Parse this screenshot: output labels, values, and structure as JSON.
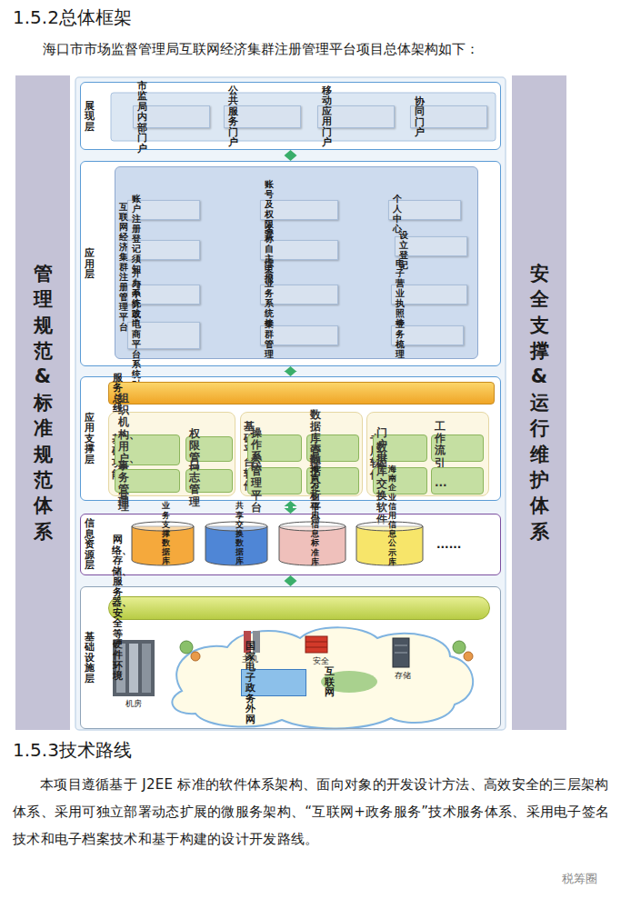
{
  "diagram": {
    "title": "1.5.2总体框架",
    "nodes": [
      {
        "text": [
          "管理规范&标准规范体系"
        ]
      },
      {
        "text": [
          "展现层"
        ]
      },
      {
        "text": [
          "市监局内部门户"
        ],
        "in": 1
      },
      {
        "text": [
          "公共服务门户"
        ],
        "in": 1
      },
      {
        "text": [
          "移动应用门户"
        ],
        "in": 1
      },
      {
        "text": [
          "协同门户"
        ],
        "in": 1
      },
      {
        "text": [
          "应用层"
        ]
      },
      {
        "text": [
          "互联网经济集群注册管理平台"
        ],
        "in": 6
      },
      {
        "text": [
          "账户注册"
        ],
        "in": 7
      },
      {
        "text": [
          "账号及权限管理"
        ],
        "in": 7
      },
      {
        "text": [
          "个人中心"
        ],
        "in": 7
      },
      {
        "text": [
          "登记须知"
        ],
        "in": 7
      },
      {
        "text": [
          "名称自主申报"
        ],
        "in": 7
      },
      {
        "text": [
          "设立登记"
        ],
        "in": 7
      },
      {
        "text": [
          "开办系统改造"
        ],
        "in": 7
      },
      {
        "text": [
          "综合业务系统接口"
        ],
        "in": 7
      },
      {
        "text": [
          "电子营业执照接口"
        ],
        "in": 7
      },
      {
        "text": [
          "与中介或电商平台系统对接"
        ],
        "in": 7
      },
      {
        "text": [
          "集群管理"
        ],
        "in": 7
      },
      {
        "text": [
          "业务梳理"
        ],
        "in": 7
      },
      {
        "text": [
          "应用支撑层"
        ]
      },
      {
        "text": [
          "服务总线"
        ],
        "in": 20
      },
      {
        "text": [
          "基础功能"
        ],
        "in": 20
      },
      {
        "text": [
          "组织机构、用户、角色管理"
        ],
        "in": 22
      },
      {
        "text": [
          "权限管理"
        ],
        "in": 22
      },
      {
        "text": [
          "事务管理"
        ],
        "in": 22
      },
      {
        "text": [
          "日志管理"
        ],
        "in": 22
      },
      {
        "text": [
          "基础平台软件"
        ],
        "in": 20
      },
      {
        "text": [
          "操作系统"
        ],
        "in": 27
      },
      {
        "text": [
          "数据库管理软件"
        ],
        "in": 27
      },
      {
        "text": [
          "云管理平台"
        ],
        "in": 27
      },
      {
        "text": [
          "大数据分析平台"
        ],
        "in": 27
      },
      {
        "text": [
          "专用软件"
        ],
        "in": 20
      },
      {
        "text": [
          "门户引擎"
        ],
        "in": 32
      },
      {
        "text": [
          "工作流引擎"
        ],
        "in": 32
      },
      {
        "text": [
          "数据库交换软件"
        ],
        "in": 32
      },
      {
        "text": [
          "..."
        ],
        "in": 32
      },
      {
        "text": [
          "信息资源层"
        ]
      },
      {
        "text": [
          "业务支撑数据库"
        ],
        "in": 37
      },
      {
        "text": [
          "共享交换数据库"
        ],
        "in": 37
      },
      {
        "text": [
          "海南企业信用信息标准库"
        ],
        "in": 37
      },
      {
        "text": [
          "海南企业信用信息公示库"
        ],
        "in": 37
      },
      {
        "text": [
          "基础设施层"
        ]
      },
      {
        "text": [
          "网络、存储、服务器、安全等硬件环境"
        ],
        "in": 42
      },
      {
        "text": [
          "国家电子政务外网"
        ],
        "in": 42
      },
      {
        "text": [
          "互联网"
        ],
        "in": 42
      },
      {
        "text": [
          "安全支撑&运行维护体系"
        ]
      }
    ],
    "edges": [
      {
        "from": 1,
        "to": 6,
        "arrow": "both"
      },
      {
        "from": 6,
        "to": 20,
        "arrow": "both"
      },
      {
        "from": 20,
        "to": 37,
        "arrow": "both"
      },
      {
        "from": 37,
        "to": 42,
        "arrow": "both"
      }
    ],
    "labels": [
      "海口市市场监督管理局互联网经济集群注册管理平台项目总体架构如下：",
      "主机",
      "安全",
      "存储",
      "机房",
      "......",
      "1.5.3技术路线",
      "本项目遵循基于 J2EE 标准的软件体系架构、面向对象的开发设计方法、高效安全的三层架构体系、采用可独立部署动态扩展的微服务架构、“互联网+政务服务”技术服务体系、采用电子签名技术和电子档案技术和基于构建的设计开发路线。",
      "税筹圈"
    ]
  }
}
